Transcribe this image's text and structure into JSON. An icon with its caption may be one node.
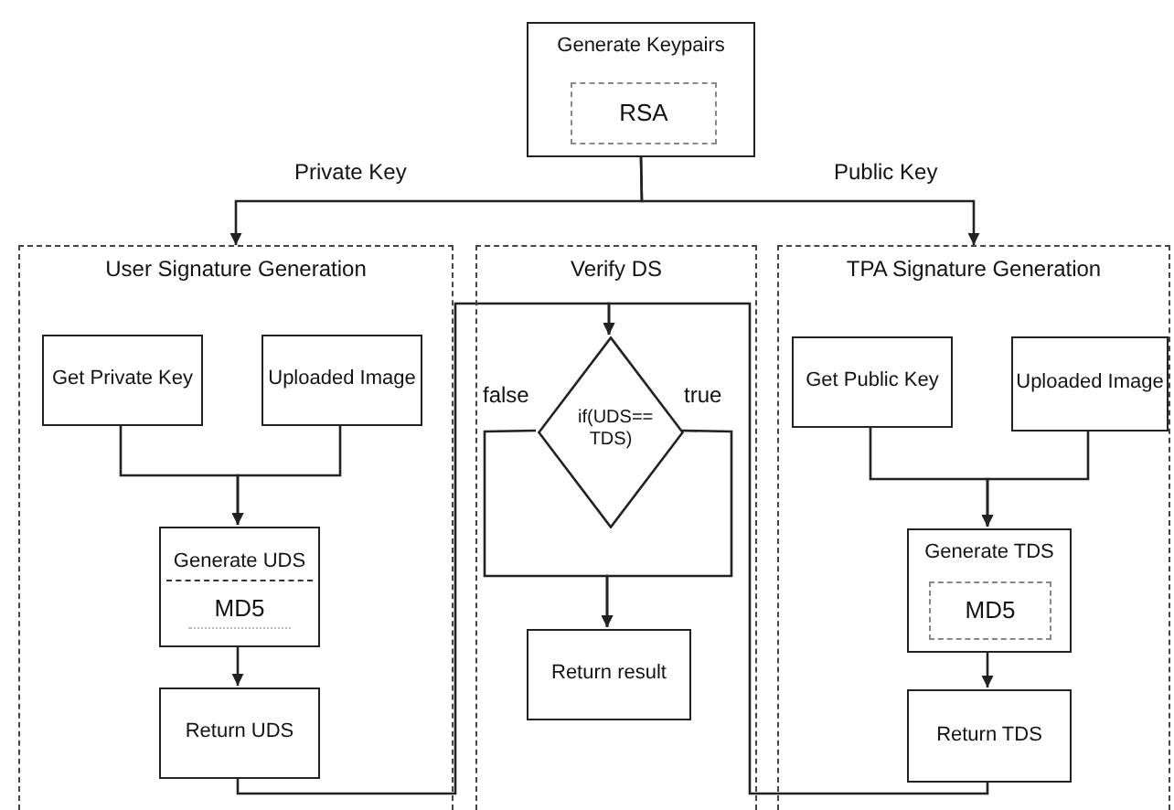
{
  "diagram": {
    "nodes": [
      {
        "text": [
          "Generate Keypairs"
        ]
      },
      {
        "text": [
          "RSA"
        ],
        "in": 0
      },
      {
        "text": [
          "User Signature Generation"
        ]
      },
      {
        "text": [
          "Get Private Key"
        ],
        "in": 2
      },
      {
        "text": [
          "Uploaded Image"
        ],
        "in": 2
      },
      {
        "text": [
          "Generate UDS",
          "MD5"
        ],
        "in": 2
      },
      {
        "text": [
          "Return UDS"
        ],
        "in": 2
      },
      {
        "text": [
          "Verify DS"
        ]
      },
      {
        "text": [
          "if(UDS== TDS)"
        ],
        "in": 7
      },
      {
        "text": [
          "Return result"
        ],
        "in": 7
      },
      {
        "text": [
          "TPA Signature Generation"
        ]
      },
      {
        "text": [
          "Get Public Key"
        ],
        "in": 10
      },
      {
        "text": [
          "Uploaded Image"
        ],
        "in": 10
      },
      {
        "text": [
          "Generate TDS"
        ],
        "in": 10
      },
      {
        "text": [
          "MD5"
        ],
        "in": 13
      },
      {
        "text": [
          "Return TDS"
        ],
        "in": 10
      }
    ],
    "edges": [
      {
        "from": 0,
        "to": 2,
        "arrow": "to",
        "label": "Private Key"
      },
      {
        "from": 0,
        "to": 10,
        "arrow": "to",
        "label": "Public Key"
      },
      {
        "from": 3,
        "to": 5,
        "arrow": "to"
      },
      {
        "from": 4,
        "to": 5,
        "arrow": "to"
      },
      {
        "from": 5,
        "to": 6,
        "arrow": "to"
      },
      {
        "from": 6,
        "to": 8,
        "arrow": "to"
      },
      {
        "from": 15,
        "to": 8,
        "arrow": "to"
      },
      {
        "from": 8,
        "to": 9,
        "arrow": "to",
        "label": "false"
      },
      {
        "from": 8,
        "to": 9,
        "arrow": "to",
        "label": "true"
      },
      {
        "from": 11,
        "to": 13,
        "arrow": "to"
      },
      {
        "from": 12,
        "to": 13,
        "arrow": "to"
      },
      {
        "from": 13,
        "to": 15,
        "arrow": "to"
      }
    ]
  }
}
